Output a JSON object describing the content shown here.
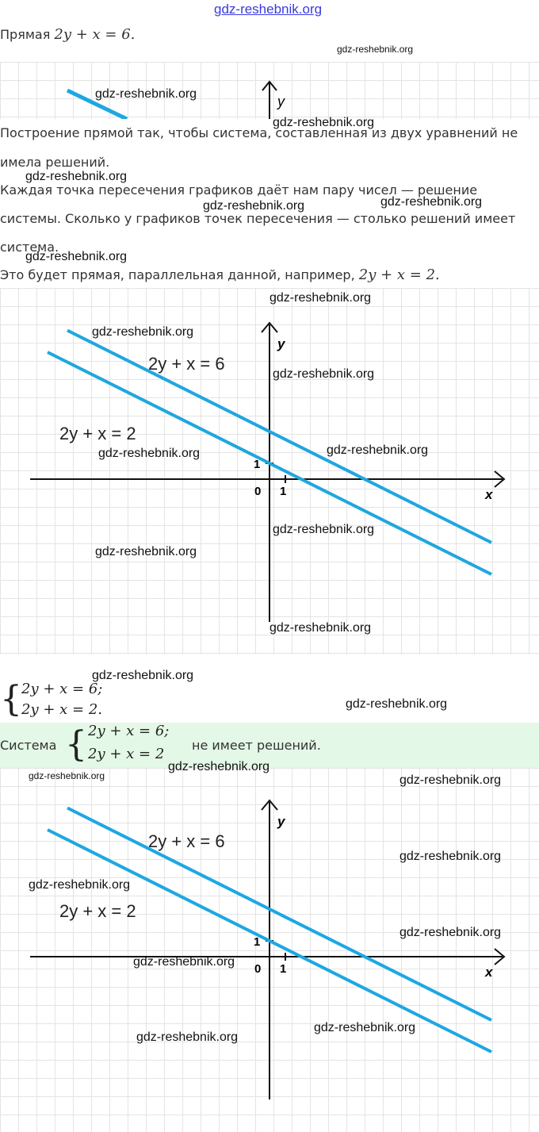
{
  "watermark": "gdz-reshebnik.org",
  "intro": {
    "label": "Прямая",
    "equation": "2y + x = 6."
  },
  "paragraphs": [
    "Построение прямой так, чтобы система, составленная из двух уравнений не",
    "имела решений.",
    "Каждая точка пересечения графиков даёт нам пару чисел — решение",
    "системы. Сколько у графиков точек пересечения — столько решений имеет",
    "система."
  ],
  "parallel": {
    "text": "Это будет прямая, параллельная данной, например,",
    "equation": "2y + x = 2."
  },
  "system": {
    "eq1": "2y + x = 6;",
    "eq2": "2y + x = 2."
  },
  "conclusion": {
    "label": "Система",
    "eq1": "2y + x = 6;",
    "eq2": "2y + x = 2",
    "result": "не имеет решений."
  },
  "colors": {
    "line": "#1ea7e0",
    "highlight": "#e3f8e6",
    "watermark_top": "#3a3ae0"
  },
  "chart_data": [
    {
      "type": "line",
      "title": "",
      "xlabel": "x",
      "ylabel": "y",
      "origin_label": "0",
      "tick_labels": [
        "1",
        "1"
      ],
      "series": [
        {
          "name": "2y + x = 6",
          "slope": -0.5,
          "intercept": 3
        },
        {
          "name": "2y + x = 2",
          "slope": -0.5,
          "intercept": 1
        }
      ]
    },
    {
      "type": "line",
      "title": "",
      "xlabel": "x",
      "ylabel": "y",
      "origin_label": "0",
      "tick_labels": [
        "1",
        "1"
      ],
      "series": [
        {
          "name": "2y + x = 6",
          "slope": -0.5,
          "intercept": 3
        },
        {
          "name": "2y + x = 2",
          "slope": -0.5,
          "intercept": 1
        }
      ]
    }
  ]
}
